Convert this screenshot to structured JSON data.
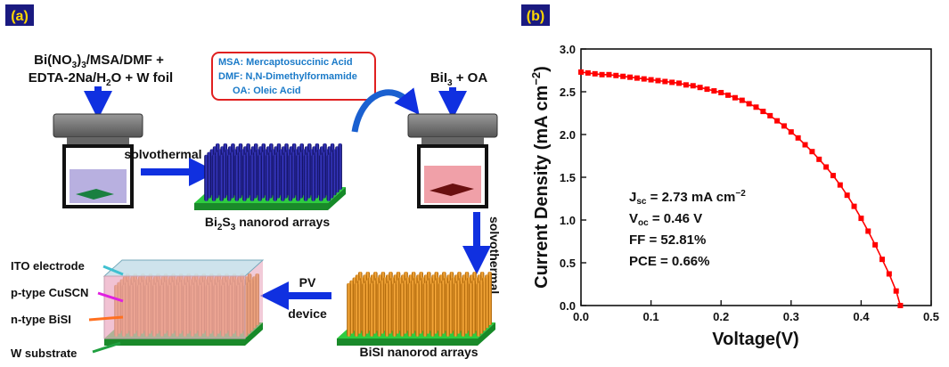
{
  "panel_a": {
    "tag": "(a)",
    "precursor_line1": "Bi(NO",
    "precursor_line1_sub": "3",
    "precursor_line1_mid": ")",
    "precursor_line1_sub2": "3",
    "precursor_line1_end": "/MSA/DMF +",
    "precursor_line2_a": "EDTA-2Na/H",
    "precursor_line2_sub": "2",
    "precursor_line2_b": "O + W foil",
    "abbreviations": [
      {
        "key": "MSA:",
        "value": " Mercaptosuccinic Acid"
      },
      {
        "key": "DMF:",
        "value": " N,N-Dimethylformamide"
      },
      {
        "key": "OA:",
        "value": " Oleic Acid"
      }
    ],
    "reagent2_a": "BiI",
    "reagent2_sub": "3",
    "reagent2_b": " + OA",
    "step1": "solvothermal",
    "product1_a": "Bi",
    "product1_sub1": "2",
    "product1_b": "S",
    "product1_sub2": "3",
    "product1_c": " nanorod arrays",
    "step2": "solvothermal",
    "product2": "BiSI nanorod arrays",
    "step3_line1": "PV",
    "step3_line2": "device",
    "device_layers": [
      "ITO electrode",
      "p-type CuSCN",
      "n-type BiSI",
      "W substrate"
    ]
  },
  "panel_b": {
    "tag": "(b)",
    "metrics": {
      "jsc": {
        "sym": "J",
        "sub": "sc",
        "text": " = 2.73 mA cm",
        "sup": "−2"
      },
      "voc": {
        "sym": "V",
        "sub": "oc",
        "text": " = 0.46 V"
      },
      "ff": "FF = 52.81%",
      "pce": "PCE = 0.66%"
    }
  },
  "chart_data": {
    "type": "line",
    "xlabel": "Voltage(V)",
    "ylabel_text": "Current Density (mA cm",
    "ylabel_sup": "−2",
    "ylabel_end": ")",
    "xlim": [
      0.0,
      0.5
    ],
    "ylim": [
      0.0,
      3.0
    ],
    "xticks": [
      "0.0",
      "0.1",
      "0.2",
      "0.3",
      "0.4",
      "0.5"
    ],
    "yticks": [
      "0.0",
      "0.5",
      "1.0",
      "1.5",
      "2.0",
      "2.5",
      "3.0"
    ],
    "color": "#ff0000",
    "x": [
      0.0,
      0.01,
      0.02,
      0.03,
      0.04,
      0.05,
      0.06,
      0.07,
      0.08,
      0.09,
      0.1,
      0.11,
      0.12,
      0.13,
      0.14,
      0.15,
      0.16,
      0.17,
      0.18,
      0.19,
      0.2,
      0.21,
      0.22,
      0.23,
      0.24,
      0.25,
      0.26,
      0.27,
      0.28,
      0.29,
      0.3,
      0.31,
      0.32,
      0.33,
      0.34,
      0.35,
      0.36,
      0.37,
      0.38,
      0.39,
      0.4,
      0.41,
      0.42,
      0.43,
      0.44,
      0.45,
      0.456
    ],
    "y": [
      2.73,
      2.72,
      2.71,
      2.7,
      2.7,
      2.69,
      2.68,
      2.67,
      2.66,
      2.65,
      2.64,
      2.63,
      2.62,
      2.61,
      2.6,
      2.58,
      2.57,
      2.55,
      2.53,
      2.51,
      2.49,
      2.46,
      2.43,
      2.4,
      2.36,
      2.32,
      2.27,
      2.22,
      2.16,
      2.1,
      2.03,
      1.96,
      1.88,
      1.8,
      1.71,
      1.62,
      1.52,
      1.41,
      1.29,
      1.16,
      1.02,
      0.87,
      0.71,
      0.54,
      0.37,
      0.17,
      0.0
    ]
  }
}
